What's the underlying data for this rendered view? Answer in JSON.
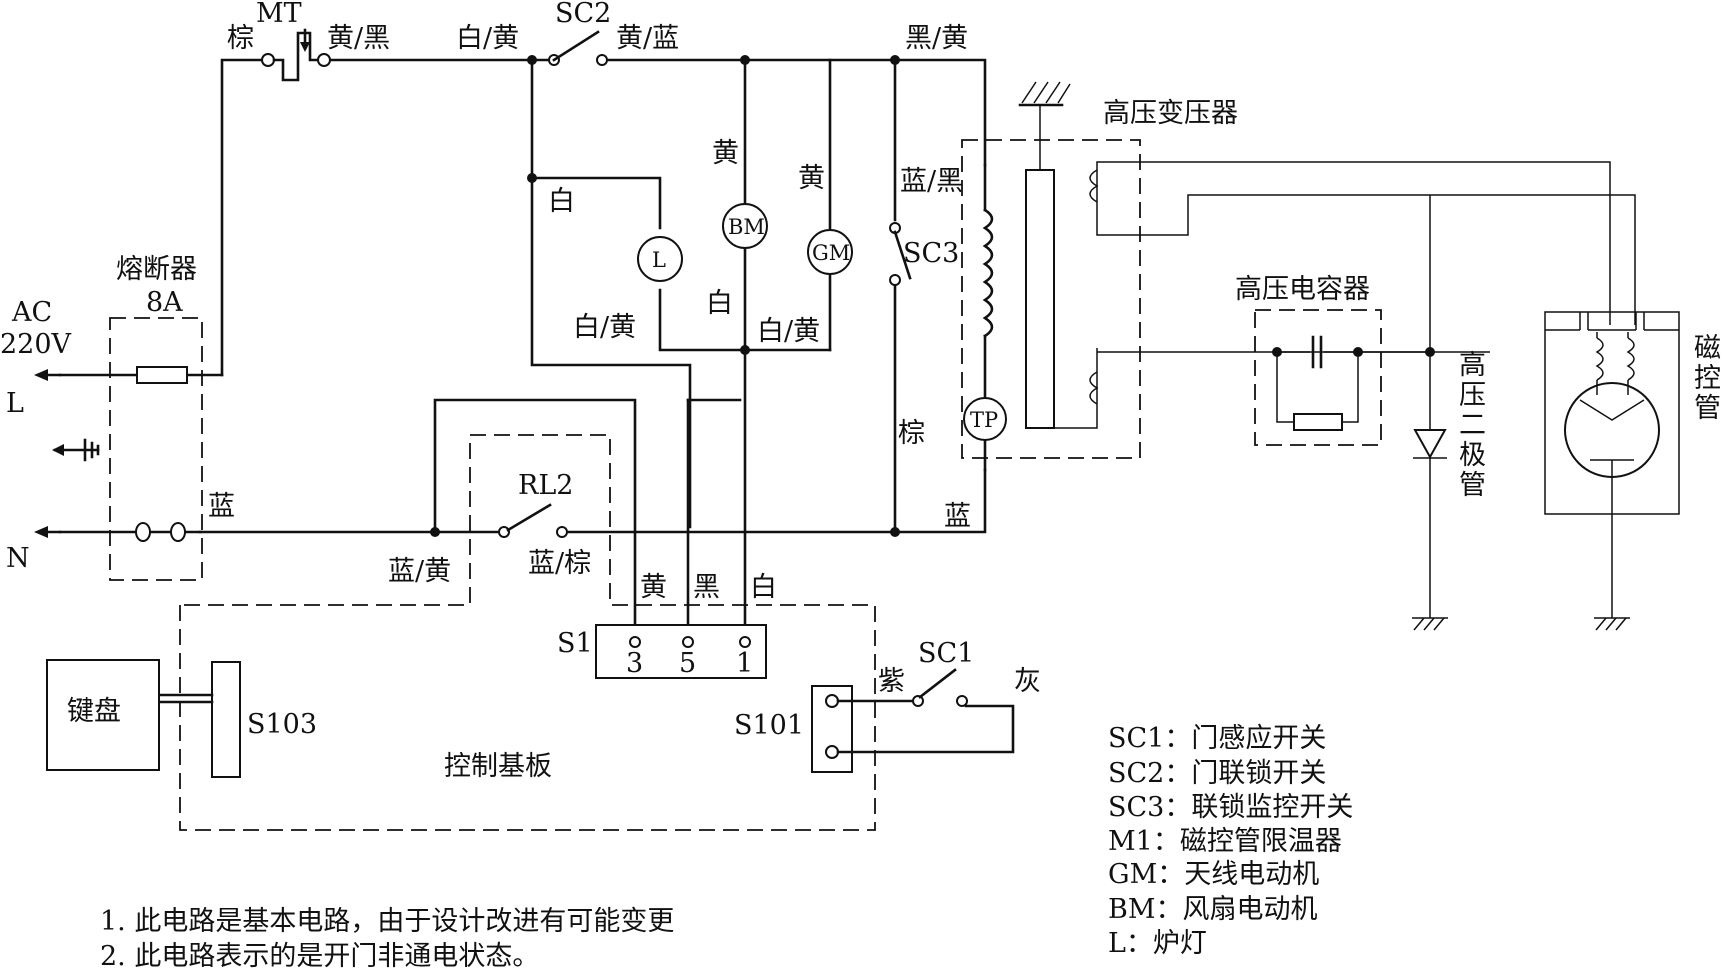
{
  "wire_colors": {
    "mt_left": "棕",
    "mt_right": "黄/黑",
    "sc2_left": "白/黄",
    "sc2_right": "黄/蓝",
    "top_right": "黑/黄",
    "bm_top": "黄",
    "gm_top": "黄",
    "lamp_top": "白",
    "sc3_top": "蓝/黑",
    "lamp_bottom": "白/黄",
    "bm_bottom": "白",
    "gm_bottom": "白/黄",
    "sc3_bottom": "棕",
    "n_top": "蓝",
    "n_right": "蓝",
    "rl2_left": "蓝/黄",
    "rl2_right": "蓝/棕",
    "s1_yellow": "黄",
    "s1_black": "黑",
    "s1_white": "白",
    "sc1_left": "紫",
    "sc1_right": "灰"
  },
  "components": {
    "mt": "MT",
    "sc2": "SC2",
    "sc3": "SC3",
    "sc1": "SC1",
    "rl2": "RL2",
    "lamp": "L",
    "bm": "BM",
    "gm": "GM",
    "tp": "TP",
    "fuse_title": "熔断器",
    "fuse_rating": "8A",
    "ac_label": "AC",
    "voltage": "220V",
    "line_l": "L",
    "line_n": "N",
    "hv_transformer": "高压变压器",
    "hv_capacitor": "高压电容器",
    "hv_diode": "高压二极管",
    "magnetron": "磁控管",
    "keyboard": "键盘",
    "s103": "S103",
    "s101": "S101",
    "s1": "S1",
    "pin3": "3",
    "pin5": "5",
    "pin1": "1",
    "control_board": "控制基板"
  },
  "legend": [
    "SC1：门感应开关",
    "SC2：门联锁开关",
    "SC3：联锁监控开关",
    "M1：磁控管限温器",
    "GM：天线电动机",
    "BM：风扇电动机",
    "L：炉灯"
  ],
  "notes": [
    "1. 此电路是基本电路，由于设计改进有可能变更",
    "2. 此电路表示的是开门非通电状态。"
  ]
}
